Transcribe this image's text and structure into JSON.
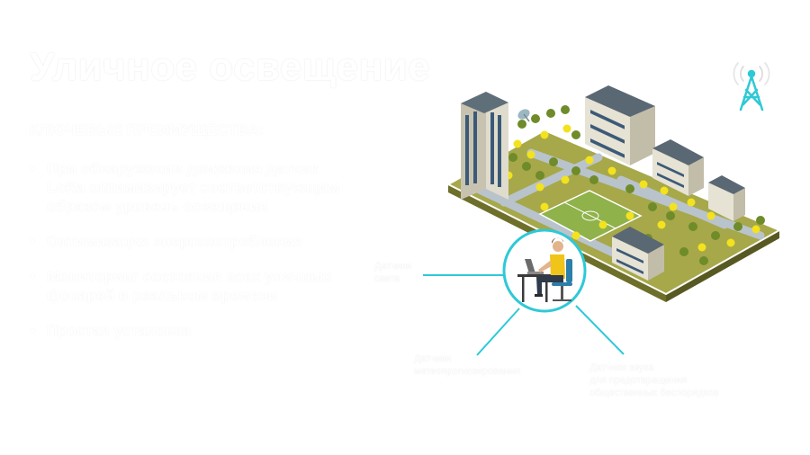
{
  "slide": {
    "title": "Уличное освещение",
    "subtitle": "КЛЮЧЕВЫЕ ПРЕИМУЩЕСТВА:",
    "bullets": [
      "При обнаружении движения датчик LoRa оптимизирует соответствующим образом уровень освещения",
      "Оптимизация энергопотребления",
      "Мониторинг состояния всех уличных фонарей в реальном времени",
      "Простая установка"
    ],
    "callouts": {
      "light": [
        "Датчики",
        "света"
      ],
      "weather": [
        "Датчики",
        "метеопрогнозирования"
      ],
      "sound": [
        "Датчики звука",
        "для предотвращения",
        "общественных беспорядков"
      ]
    }
  },
  "colors": {
    "accent": "#2ec9d6",
    "grass": "#a6a84a",
    "ground_side": "#6e6f2a",
    "street_light": "#f3e21d",
    "road": "#b9c3cc"
  },
  "icons": [
    "radio-tower-icon",
    "operator-at-desk-icon"
  ]
}
